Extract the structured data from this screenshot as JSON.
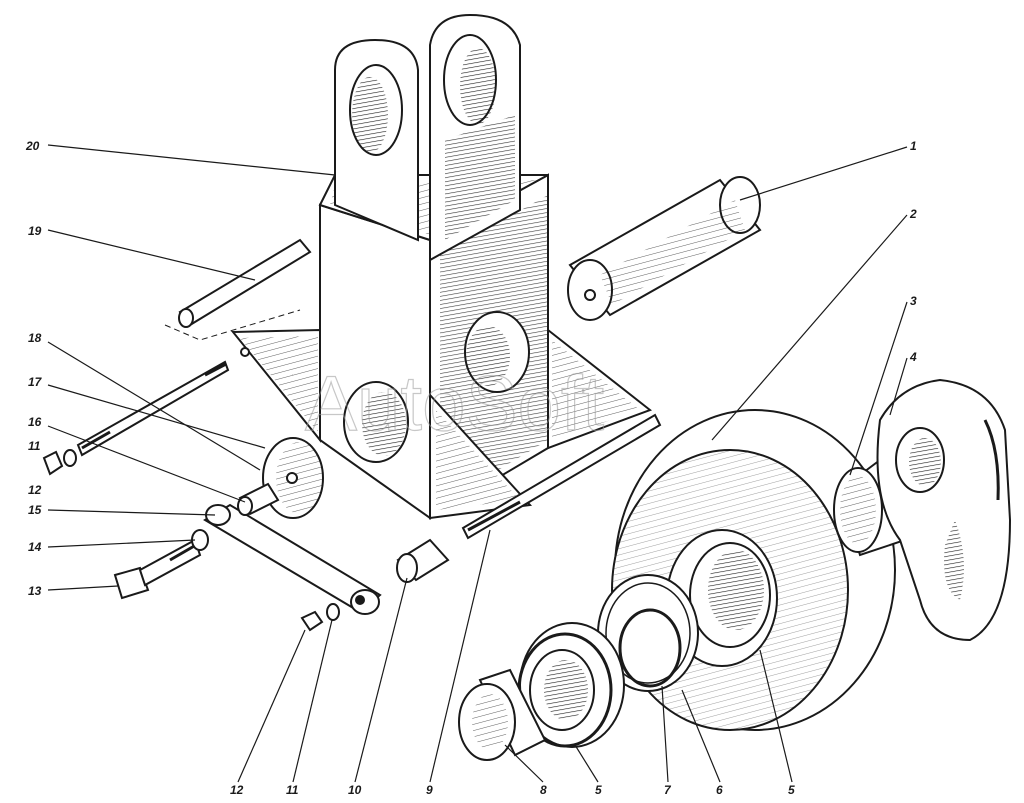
{
  "watermark": "AutoSoft",
  "callouts": [
    {
      "id": "c1",
      "text": "1"
    },
    {
      "id": "c2",
      "text": "2"
    },
    {
      "id": "c3",
      "text": "3"
    },
    {
      "id": "c4",
      "text": "4"
    },
    {
      "id": "c5a",
      "text": "5"
    },
    {
      "id": "c5b",
      "text": "5"
    },
    {
      "id": "c6",
      "text": "6"
    },
    {
      "id": "c7",
      "text": "7"
    },
    {
      "id": "c8",
      "text": "8"
    },
    {
      "id": "c9",
      "text": "9"
    },
    {
      "id": "c10",
      "text": "10"
    },
    {
      "id": "c11a",
      "text": "11"
    },
    {
      "id": "c11b",
      "text": "11"
    },
    {
      "id": "c12a",
      "text": "12"
    },
    {
      "id": "c12b",
      "text": "12"
    },
    {
      "id": "c13",
      "text": "13"
    },
    {
      "id": "c14",
      "text": "14"
    },
    {
      "id": "c15",
      "text": "15"
    },
    {
      "id": "c16",
      "text": "16"
    },
    {
      "id": "c17",
      "text": "17"
    },
    {
      "id": "c18",
      "text": "18"
    },
    {
      "id": "c19",
      "text": "19"
    },
    {
      "id": "c20",
      "text": "20"
    }
  ]
}
